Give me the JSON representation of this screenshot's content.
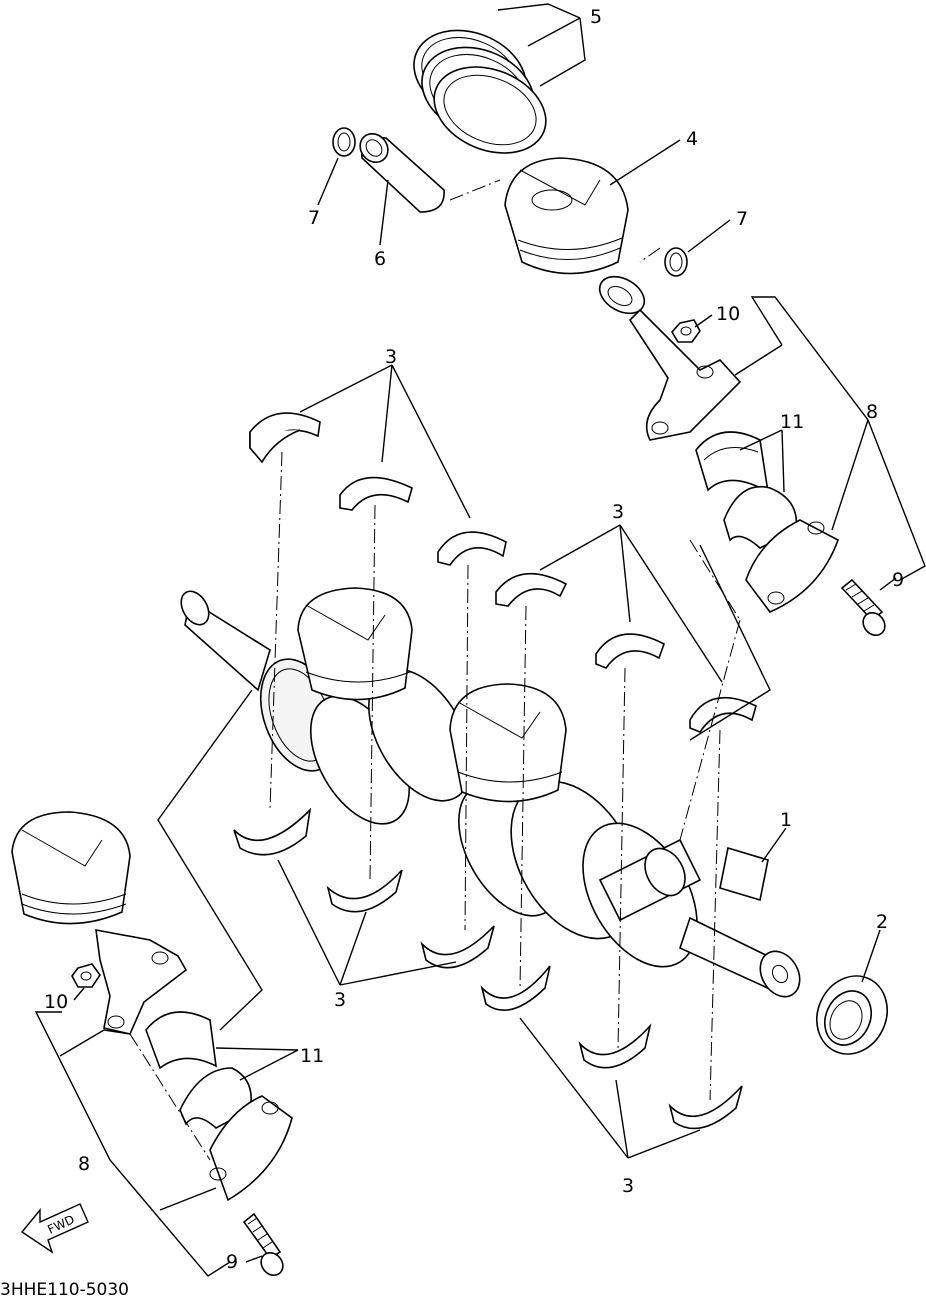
{
  "diagram": {
    "drawing_code": "3HHE110-5030",
    "fwd_label": "FWD",
    "callouts": {
      "c1": "1",
      "c2": "2",
      "c3a": "3",
      "c3b": "3",
      "c3c": "3",
      "c3d": "3",
      "c4": "4",
      "c5": "5",
      "c6": "6",
      "c7a": "7",
      "c7b": "7",
      "c8a": "8",
      "c8b": "8",
      "c9a": "9",
      "c9b": "9",
      "c10a": "10",
      "c10b": "10",
      "c11a": "11",
      "c11b": "11"
    }
  }
}
